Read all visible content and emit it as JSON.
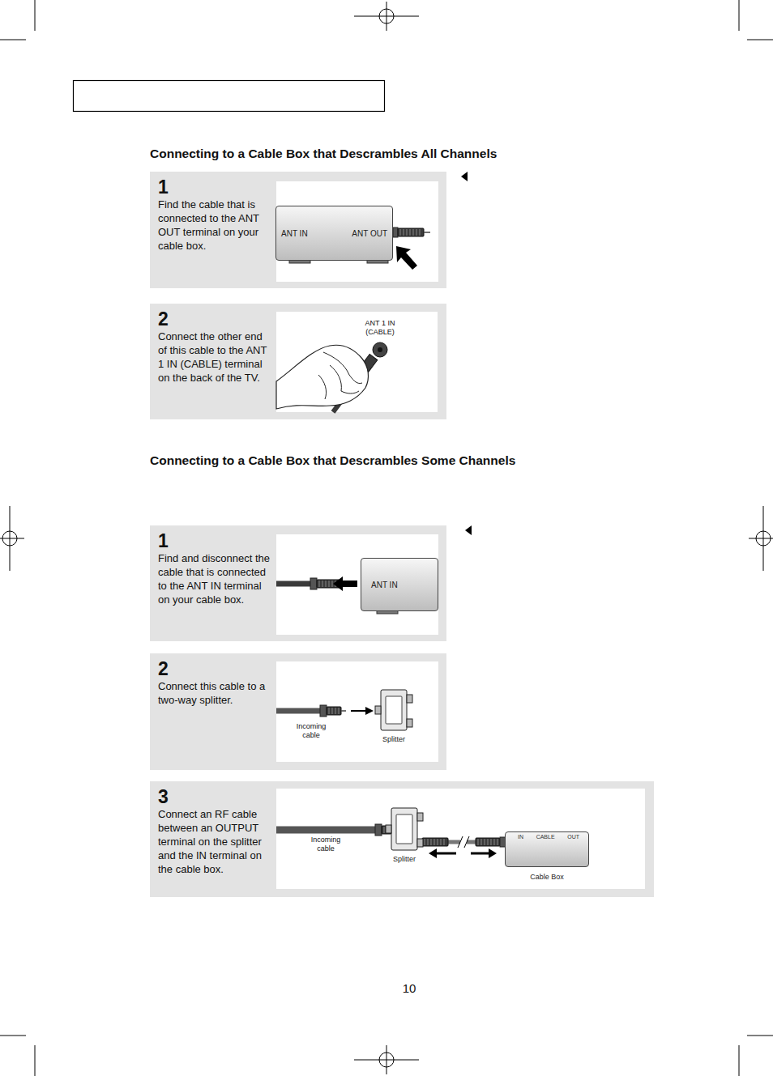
{
  "diagram": {
    "nodes": [
      {
        "text": [
          "1",
          "Find the cable that is connected to the ANT OUT terminal on your cable box."
        ]
      },
      {
        "text": [
          "ANT IN",
          "ANT OUT"
        ],
        "in": 0
      },
      {
        "text": [
          "2",
          "Connect the other end of this cable to the ANT 1 IN (CABLE) terminal on the back of the TV."
        ]
      },
      {
        "text": [
          "1",
          "Find and disconnect the cable that is connected to the ANT IN terminal on your cable box."
        ]
      },
      {
        "text": [
          "ANT IN"
        ],
        "in": 3
      },
      {
        "text": [
          "2",
          "Connect this cable to a two-way splitter."
        ]
      },
      {
        "text": [
          "Splitter"
        ],
        "in": 5
      },
      {
        "text": [
          "3",
          "Connect an RF cable between an OUTPUT terminal on the splitter and the IN terminal on the cable box."
        ]
      },
      {
        "text": [
          "Splitter"
        ],
        "in": 7
      },
      {
        "text": [
          "IN",
          "CABLE",
          "OUT",
          "Cable Box"
        ],
        "in": 7
      }
    ],
    "labels": [
      "Connecting to a Cable Box that Descrambles All Channels",
      "Connecting to a Cable Box that Descrambles Some Channels",
      "ANT 1 IN (CABLE)",
      "Incoming cable",
      "Incoming cable",
      "10"
    ]
  }
}
